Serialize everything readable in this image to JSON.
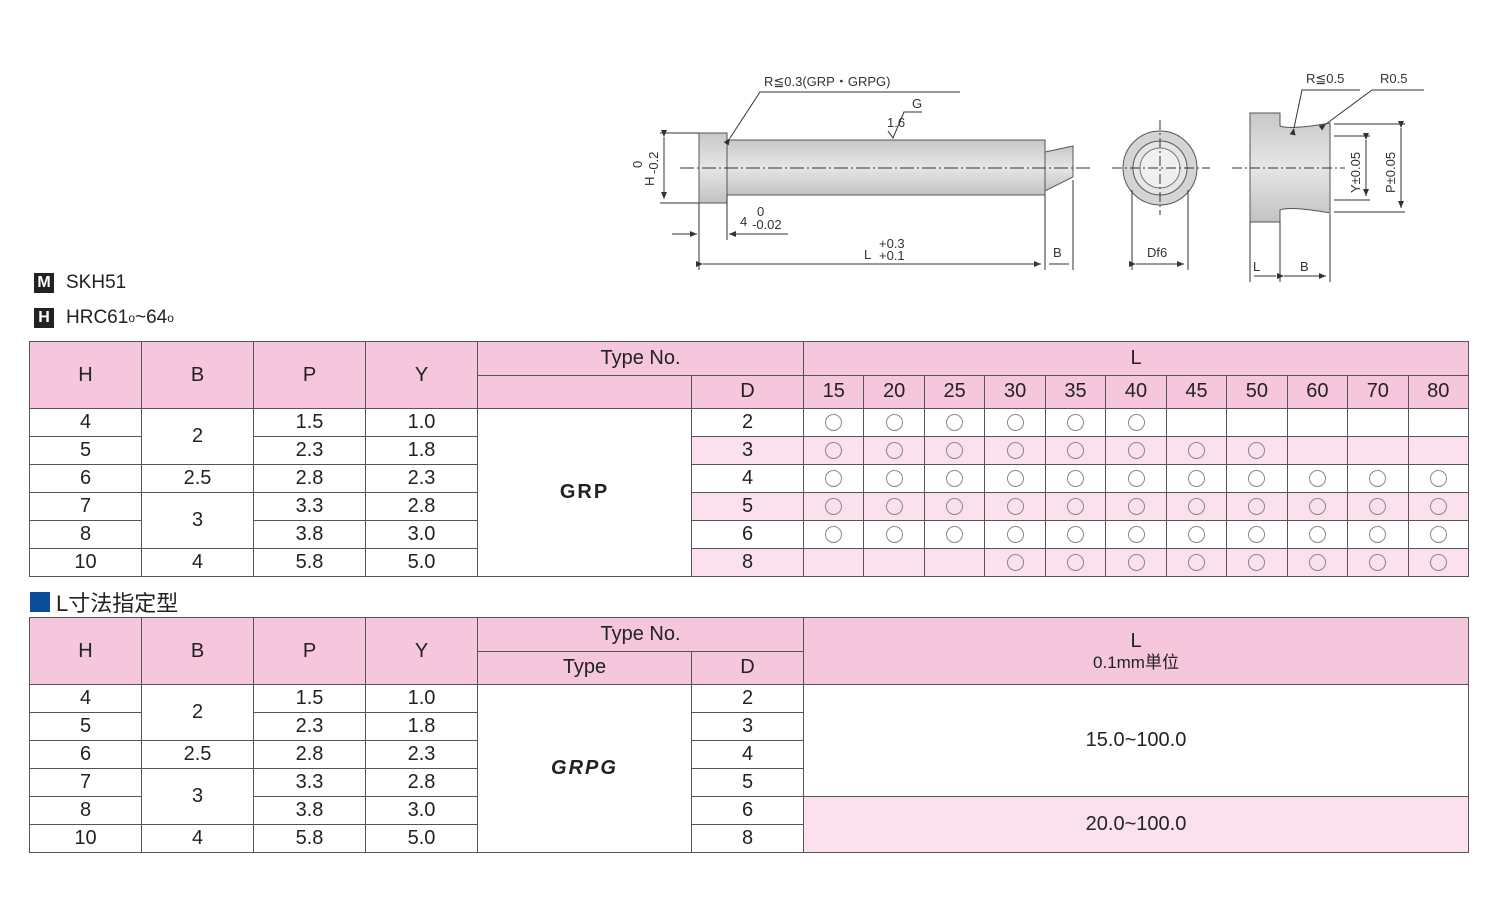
{
  "drawing": {
    "callout_r_left": "R≦0.3(GRP・GRPG)",
    "roughness_g": "G",
    "roughness_val": "1.6",
    "dim_h": "H",
    "dim_h_tol_top": "0",
    "dim_h_tol_bot": "-0.2",
    "dim_head": "4",
    "dim_head_tol_top": "0",
    "dim_head_tol_bot": "-0.02",
    "dim_l": "L",
    "dim_l_tol_top": "+0.3",
    "dim_l_tol_bot": "+0.1",
    "dim_b": "B",
    "dim_d": "Df6",
    "callout_r_right1": "R≦0.5",
    "callout_r_right2": "R0.5",
    "dim_y": "Y±0.05",
    "dim_p": "P±0.05",
    "dim_l2": "L",
    "dim_b2": "B"
  },
  "material": {
    "badge": "M",
    "text": "SKH51"
  },
  "hardness": {
    "badge": "H",
    "text": "HRC61",
    "sup1": "o",
    "text2": "~64",
    "sup2": "o"
  },
  "table1": {
    "headers": {
      "h": "H",
      "b": "B",
      "p": "P",
      "y": "Y",
      "type_no": "Type  No.",
      "d": "D",
      "l": "L"
    },
    "l_values": [
      "15",
      "20",
      "25",
      "30",
      "35",
      "40",
      "45",
      "50",
      "60",
      "70",
      "80"
    ],
    "type": "GRP",
    "rows": [
      {
        "h": "4",
        "b": "2",
        "p": "1.5",
        "y": "1.0",
        "d": "2",
        "avail": [
          1,
          1,
          1,
          1,
          1,
          1,
          0,
          0,
          0,
          0,
          0
        ]
      },
      {
        "h": "5",
        "b": "",
        "p": "2.3",
        "y": "1.8",
        "d": "3",
        "avail": [
          1,
          1,
          1,
          1,
          1,
          1,
          1,
          1,
          0,
          0,
          0
        ]
      },
      {
        "h": "6",
        "b": "2.5",
        "p": "2.8",
        "y": "2.3",
        "d": "4",
        "avail": [
          1,
          1,
          1,
          1,
          1,
          1,
          1,
          1,
          1,
          1,
          1
        ]
      },
      {
        "h": "7",
        "b": "3",
        "p": "3.3",
        "y": "2.8",
        "d": "5",
        "avail": [
          1,
          1,
          1,
          1,
          1,
          1,
          1,
          1,
          1,
          1,
          1
        ]
      },
      {
        "h": "8",
        "b": "",
        "p": "3.8",
        "y": "3.0",
        "d": "6",
        "avail": [
          1,
          1,
          1,
          1,
          1,
          1,
          1,
          1,
          1,
          1,
          1
        ]
      },
      {
        "h": "10",
        "b": "4",
        "p": "5.8",
        "y": "5.0",
        "d": "8",
        "avail": [
          0,
          0,
          0,
          1,
          1,
          1,
          1,
          1,
          1,
          1,
          1
        ]
      }
    ]
  },
  "section_title": "L寸法指定型",
  "table2": {
    "headers": {
      "h": "H",
      "b": "B",
      "p": "P",
      "y": "Y",
      "type_no": "Type  No.",
      "type": "Type",
      "d": "D",
      "l": "L",
      "unit": "0.1mm単位"
    },
    "type": "GRPG",
    "rows": [
      {
        "h": "4",
        "b": "2",
        "p": "1.5",
        "y": "1.0",
        "d": "2"
      },
      {
        "h": "5",
        "b": "",
        "p": "2.3",
        "y": "1.8",
        "d": "3"
      },
      {
        "h": "6",
        "b": "2.5",
        "p": "2.8",
        "y": "2.3",
        "d": "4"
      },
      {
        "h": "7",
        "b": "3",
        "p": "3.3",
        "y": "2.8",
        "d": "5"
      },
      {
        "h": "8",
        "b": "",
        "p": "3.8",
        "y": "3.0",
        "d": "6"
      },
      {
        "h": "10",
        "b": "4",
        "p": "5.8",
        "y": "5.0",
        "d": "8"
      }
    ],
    "range1": "15.0~100.0",
    "range2": "20.0~100.0"
  }
}
